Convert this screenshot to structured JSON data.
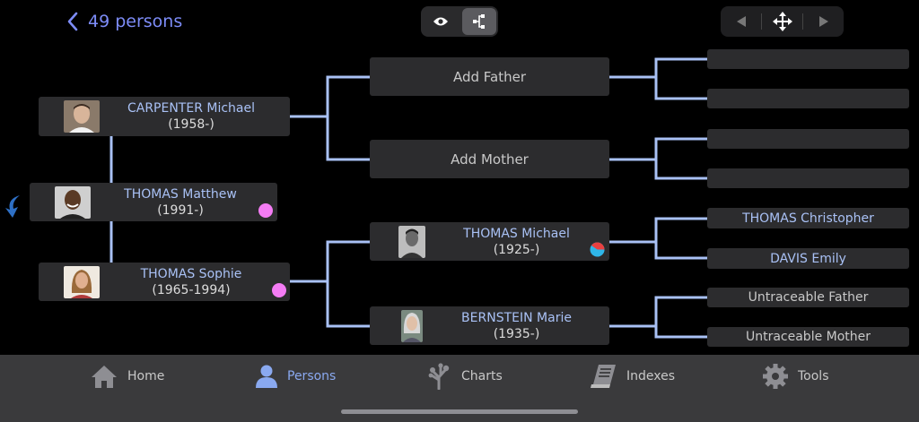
{
  "header": {
    "back_label": "49 persons"
  },
  "tree": {
    "root": {
      "name": "THOMAS Matthew",
      "dates": "(1991-)"
    },
    "father": {
      "name": "CARPENTER Michael",
      "dates": "(1958-)"
    },
    "mother": {
      "name": "THOMAS Sophie",
      "dates": "(1965-1994)"
    },
    "paternal_grandfather": {
      "label": "Add Father"
    },
    "paternal_grandmother": {
      "label": "Add Mother"
    },
    "maternal_grandfather": {
      "name": "THOMAS Michael",
      "dates": "(1925-)"
    },
    "maternal_grandmother": {
      "name": "BERNSTEIN Marie",
      "dates": "(1935-)"
    },
    "gen4": [
      "",
      "",
      "",
      "",
      "THOMAS Christopher",
      "DAVIS Emily",
      "Untraceable Father",
      "Untraceable Mother"
    ]
  },
  "colors": {
    "accent": "#7d8cf7",
    "link_line": "#a9c1f5",
    "box_bg": "#2c2c2e",
    "marker_pink": "#f47cf4",
    "tab_active": "#8aa9f0"
  },
  "tabs": [
    {
      "label": "Home",
      "icon": "home-icon"
    },
    {
      "label": "Persons",
      "icon": "person-icon",
      "active": true
    },
    {
      "label": "Charts",
      "icon": "tree-icon"
    },
    {
      "label": "Indexes",
      "icon": "book-icon"
    },
    {
      "label": "Tools",
      "icon": "gear-icon"
    }
  ]
}
